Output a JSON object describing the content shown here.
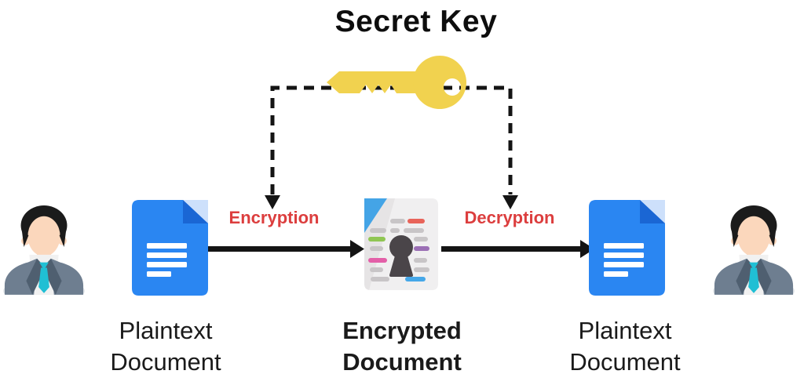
{
  "title": {
    "text": "Secret Key"
  },
  "flow": {
    "encryption_label": "Encryption",
    "decryption_label": "Decryption"
  },
  "nodes": {
    "plaintext_left": {
      "lines": [
        "Plaintext",
        "Document"
      ]
    },
    "encrypted": {
      "lines": [
        "Encrypted",
        "Document"
      ]
    },
    "plaintext_right": {
      "lines": [
        "Plaintext",
        "Document"
      ]
    }
  },
  "icons": {
    "key": "secret-key-icon",
    "sender": "businessman-avatar-icon",
    "receiver": "businessman-avatar-icon",
    "plaintext_doc": "blue-document-icon",
    "encrypted_doc": "locked-document-icon"
  },
  "colors": {
    "background": "#FFFFFF",
    "title_text": "#0D0D0D",
    "node_label_text": "#1A1A1A",
    "operation_label_red": "#DC3E3E",
    "connector_black": "#141414",
    "key_yellow": "#F1D24F",
    "doc_blue": "#2A86F2",
    "doc_fold_light": "#CDE0FB",
    "doc_fold_dark": "#1A66D4",
    "doc_text_lines": "#FFFFFF",
    "enc_page_gray": "#E6E4E5",
    "enc_fold_blue": "#44A4E6",
    "keyhole_dark": "#4A4549",
    "bar_gray": "#C8C5C7",
    "bar_red": "#E8645A",
    "bar_green": "#90C653",
    "bar_purple": "#9B6FB5",
    "bar_pink": "#E35FA8",
    "bar_blue": "#45A7E8",
    "suit_gray_blue": "#6E7E90",
    "lapel_dark": "#4F5F70",
    "shirt_white": "#F1F1F1",
    "tie_teal": "#20BFD4",
    "skin": "#FBD7BC",
    "neck_skin": "#F2C6A4",
    "hair_black": "#1B1B1B",
    "pedestal_gray": "#E3E7EA"
  }
}
